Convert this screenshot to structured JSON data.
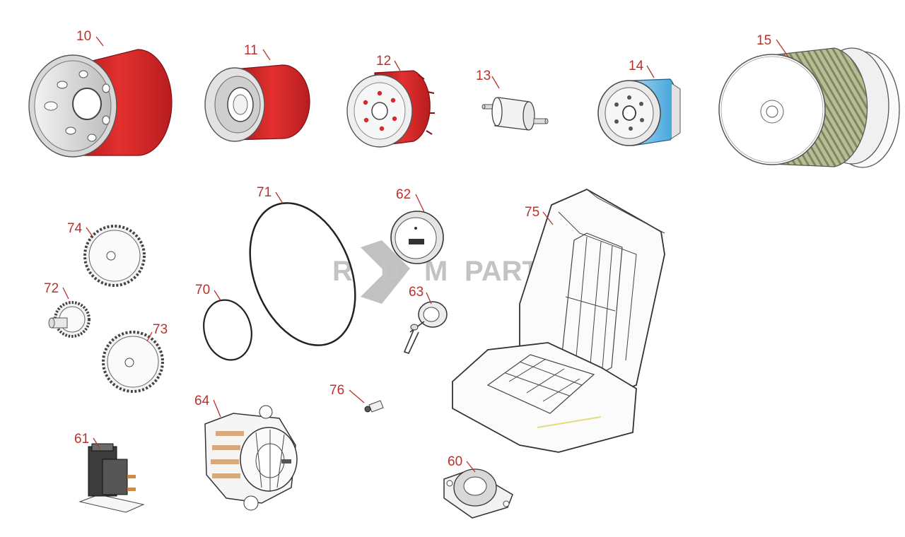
{
  "callouts": {
    "c10": "10",
    "c11": "11",
    "c12": "12",
    "c13": "13",
    "c14": "14",
    "c15": "15",
    "c60": "60",
    "c61": "61",
    "c62": "62",
    "c63": "63",
    "c64": "64",
    "c70": "70",
    "c71": "71",
    "c72": "72",
    "c73": "73",
    "c74": "74",
    "c75": "75",
    "c76": "76"
  },
  "watermark": {
    "left": "R",
    "middle": "D",
    "right": "M",
    "parts": "PARTS"
  },
  "colors": {
    "callout": "#b8322a",
    "filter_red": "#d9282b",
    "filter_blue": "#3aa1d8",
    "air_filter_media": "#9aa27a",
    "watermark": "#bdbdbd"
  }
}
